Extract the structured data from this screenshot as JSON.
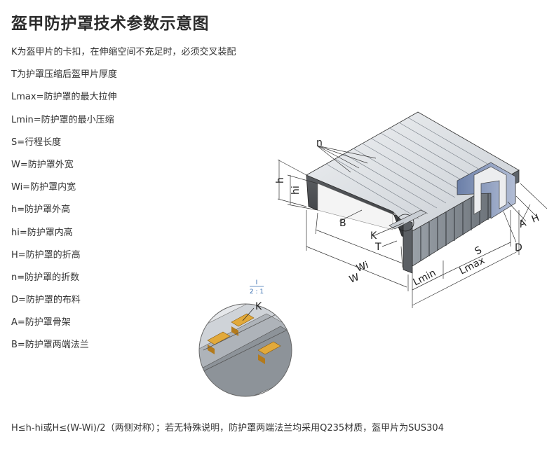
{
  "title": "盔甲防护罩技术参数示意图",
  "definitions": [
    "K为盔甲片的卡扣，在伸缩空间不充足时，必须交叉装配",
    "T为护罩压缩后盔甲片厚度",
    "Lmax=防护罩的最大拉伸",
    "Lmin=防护罩的最小压缩",
    "S=行程长度",
    "W=防护罩外宽",
    "Wi=防护罩内宽",
    "h=防护罩外高",
    "hi=防护罩内高",
    "H=防护罩的折高",
    "n=防护罩的折数",
    "D=防护罩的布料",
    "A=防护罩骨架",
    "B=防护罩两端法兰"
  ],
  "footer": "H≤h-hi或H≤(W-Wi)/2（两侧对称）；若无特殊说明，防护罩两端法兰均采用Q235材质，盔甲片为SUS304",
  "diagram_labels": {
    "n": "n",
    "h": "h",
    "hi": "hi",
    "B": "B",
    "K": "K",
    "T": "T",
    "Wi": "Wi",
    "W": "W",
    "Lmin": "Lmin",
    "Lmax": "Lmax",
    "S": "S",
    "D": "D",
    "A": "A",
    "H": "H"
  },
  "detail": {
    "ref": "I",
    "scale": "2 : 1",
    "label": "K"
  },
  "colors": {
    "plate_light": "#d7dbe0",
    "plate_dark": "#8b929a",
    "flange_dark": "#3d3f42",
    "buckle": "#e2a93a",
    "accent_blue": "#3a6fb0"
  }
}
